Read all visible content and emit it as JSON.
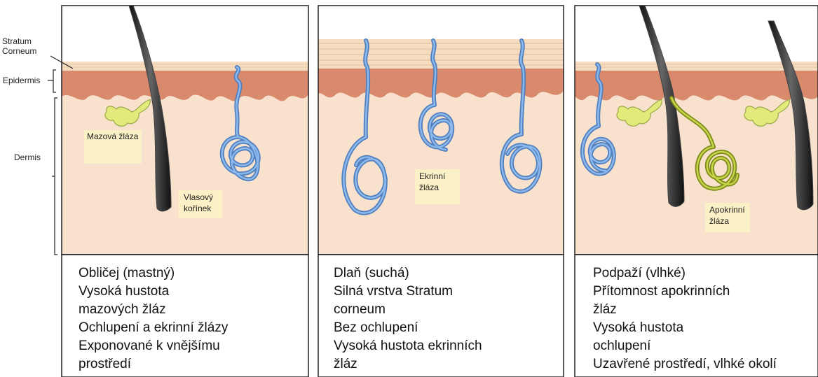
{
  "side_labels": {
    "stratum_corneum_line1": "Stratum",
    "stratum_corneum_line2": "Corneum",
    "epidermis": "Epidermis",
    "dermis": "Dermis"
  },
  "panels": [
    {
      "annotations": {
        "sebaceous_line1": "Mazová žláza",
        "root_line1": "Vlasový",
        "root_line2": "kořínek"
      },
      "lines": [
        "Obličej (mastný)",
        "Vysoká hustota",
        "mazových žláz",
        "Ochlupení a ekrinní žlázy",
        "Exponované k vnějšímu",
        "prostředí"
      ]
    },
    {
      "annotations": {
        "eccrine_line1": "Ekrinní",
        "eccrine_line2": "žláza"
      },
      "lines": [
        "Dlaň (suchá)",
        "Silná vrstva Stratum",
        "corneum",
        "Bez ochlupení",
        "Vysoká hustota ekrinních",
        "žláz"
      ]
    },
    {
      "annotations": {
        "apocrine_line1": "Apokrinní",
        "apocrine_line2": "žláza"
      },
      "lines": [
        "Podpaží (vlhké)",
        "Přítomnost apokrinních",
        "žláz",
        "Vysoká hustota",
        "ochlupení",
        "Uzavřené prostředí, vlhké okolí"
      ]
    }
  ],
  "colors": {
    "dermis": "#f8e2cd",
    "epidermis": "#d9896c",
    "stratum": "#f6dcc0",
    "eccrine_gland": "#6f9fd8",
    "apocrine_gland": "#a9b82a",
    "sebaceous_gland": "#e2ea7a",
    "hair": "#2a2a2a",
    "label_highlight": "#fbf4c4"
  },
  "icons": [
    "hair-follicle",
    "sebaceous-gland",
    "eccrine-gland",
    "apocrine-gland"
  ]
}
